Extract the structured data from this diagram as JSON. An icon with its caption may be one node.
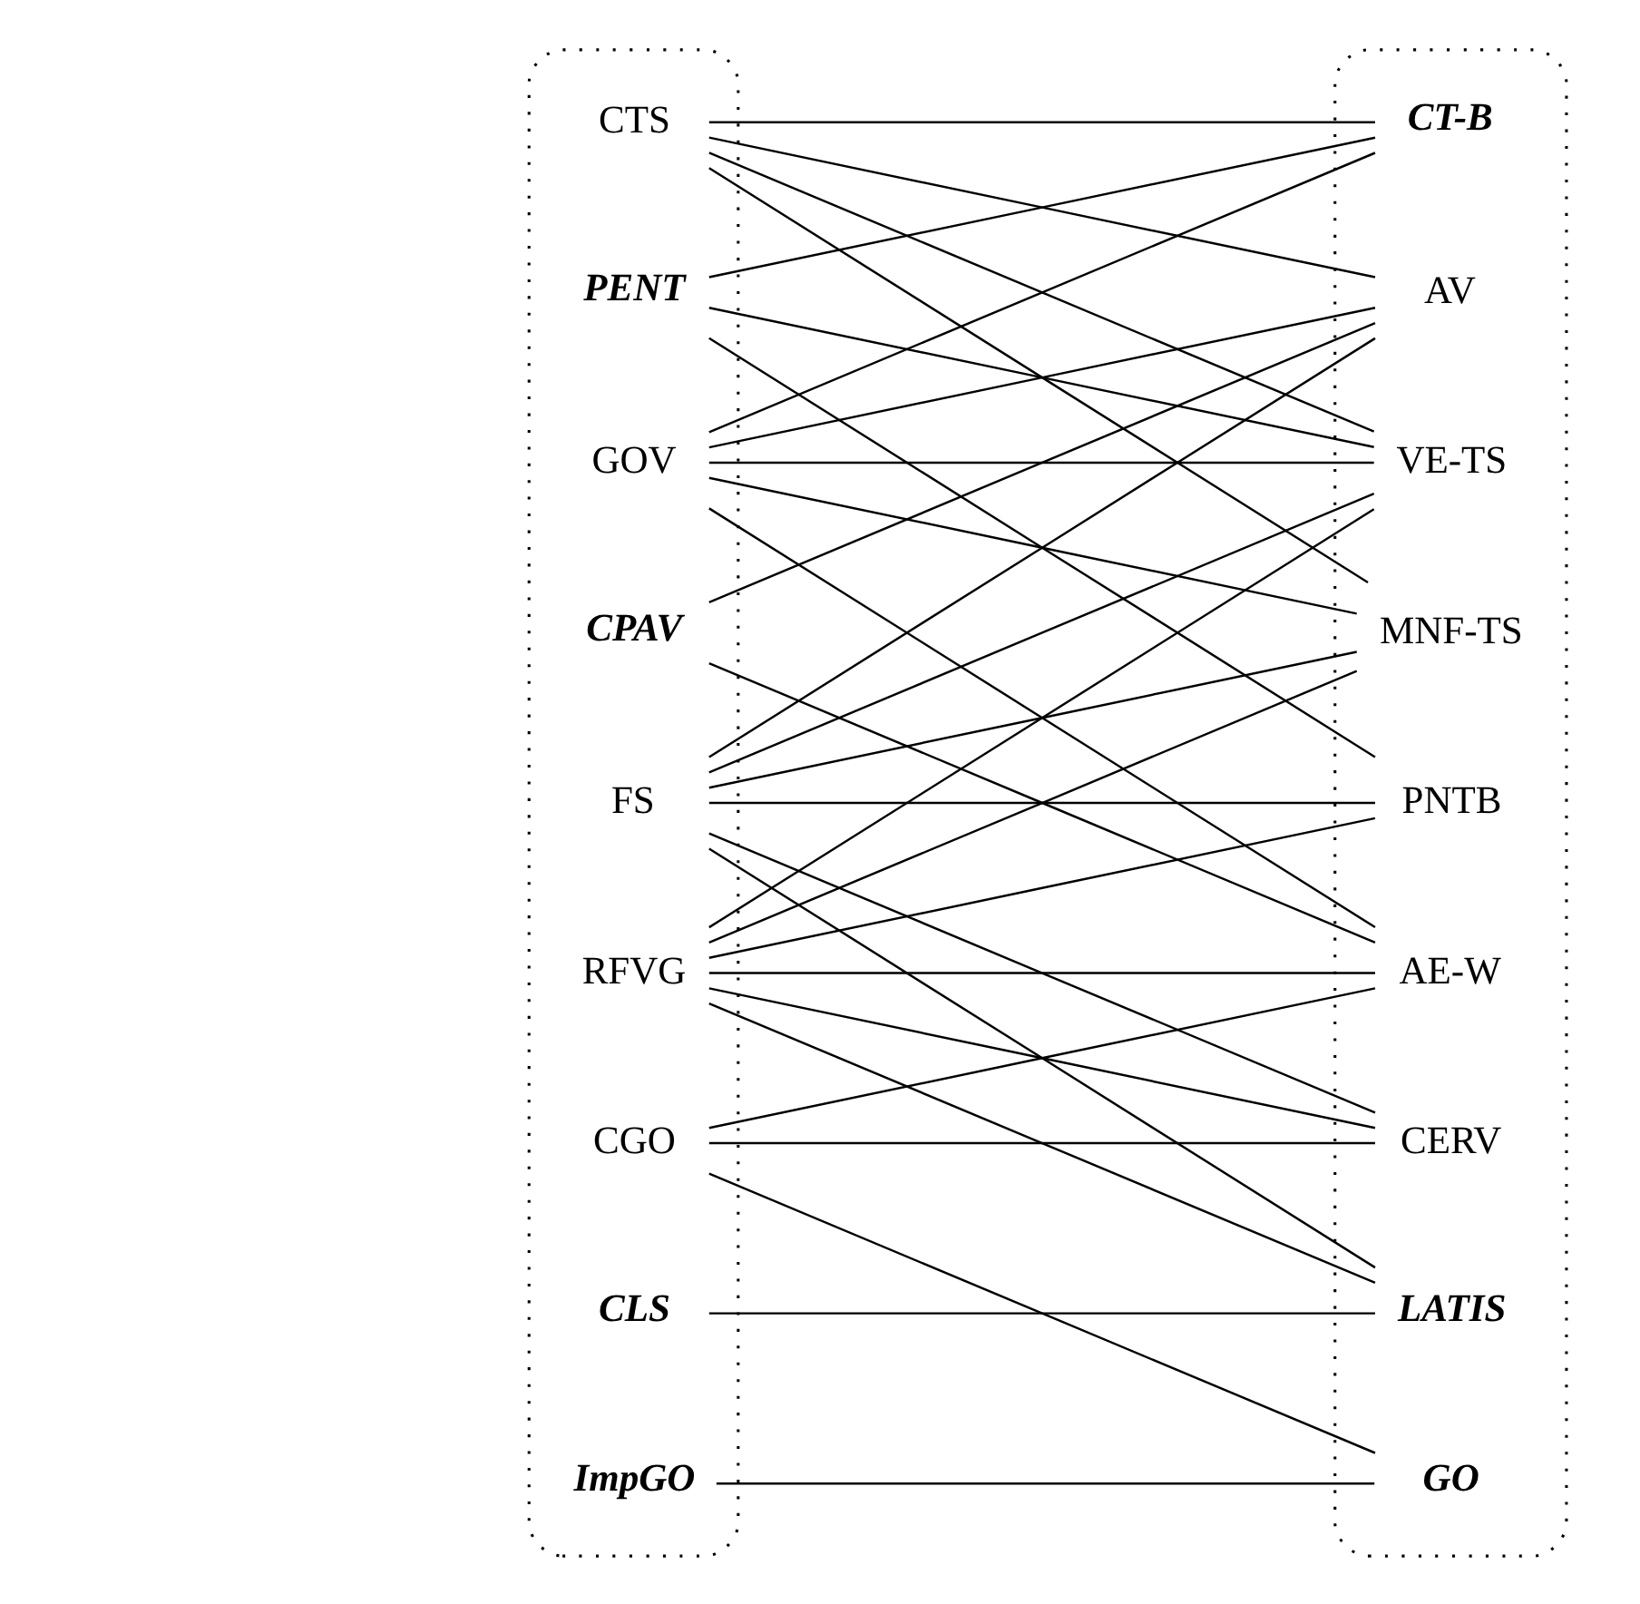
{
  "diagram": {
    "nodes": [
      {
        "text": [],
        "shape": "ellipse"
      },
      {
        "text": [
          "GOV"
        ],
        "in": 0
      },
      {
        "text": [
          "FS"
        ],
        "in": 0
      },
      {
        "text": [
          "PENT"
        ],
        "in": 0
      },
      {
        "text": [
          "CPAV"
        ],
        "in": 0
      },
      {
        "text": [
          "RFVG"
        ],
        "in": 0
      },
      {
        "text": [
          "CTS"
        ],
        "in": 0
      },
      {
        "text": [
          "CGO"
        ],
        "in": 0
      },
      {
        "text": [
          "CLS"
        ],
        "in": 0
      },
      {
        "text": [
          "ImpGO"
        ],
        "in": 0
      },
      {
        "text": [],
        "shape": "ellipse"
      },
      {
        "text": [
          "AE-W"
        ],
        "in": 10
      },
      {
        "text": [
          "AV"
        ],
        "in": 10
      },
      {
        "text": [
          "CT-B"
        ],
        "in": 10
      },
      {
        "text": [
          "VE-TS"
        ],
        "in": 10
      },
      {
        "text": [
          "PNTB"
        ],
        "in": 10
      },
      {
        "text": [
          "CERV"
        ],
        "in": 10
      },
      {
        "text": [
          "MNF-TS"
        ],
        "in": 10
      },
      {
        "text": [
          "LATIS"
        ],
        "in": 10
      },
      {
        "text": [
          "GO"
        ],
        "in": 10
      }
    ],
    "edges": [
      {
        "from": 1,
        "to": 11,
        "arrow": "none"
      },
      {
        "from": 1,
        "to": 12,
        "arrow": "none"
      },
      {
        "from": 1,
        "to": 13,
        "arrow": "none"
      },
      {
        "from": 1,
        "to": 14,
        "arrow": "none"
      },
      {
        "from": 1,
        "to": 17,
        "arrow": "none"
      },
      {
        "from": 2,
        "to": 12,
        "arrow": "none"
      },
      {
        "from": 2,
        "to": 14,
        "arrow": "none"
      },
      {
        "from": 2,
        "to": 15,
        "arrow": "none"
      },
      {
        "from": 2,
        "to": 16,
        "arrow": "none"
      },
      {
        "from": 2,
        "to": 17,
        "arrow": "none"
      },
      {
        "from": 2,
        "to": 18,
        "arrow": "none"
      },
      {
        "from": 3,
        "to": 13,
        "arrow": "none"
      },
      {
        "from": 3,
        "to": 14,
        "arrow": "none"
      },
      {
        "from": 3,
        "to": 15,
        "arrow": "none"
      },
      {
        "from": 4,
        "to": 11,
        "arrow": "none"
      },
      {
        "from": 4,
        "to": 12,
        "arrow": "none"
      },
      {
        "from": 5,
        "to": 11,
        "arrow": "none"
      },
      {
        "from": 5,
        "to": 14,
        "arrow": "none"
      },
      {
        "from": 5,
        "to": 15,
        "arrow": "none"
      },
      {
        "from": 5,
        "to": 16,
        "arrow": "none"
      },
      {
        "from": 5,
        "to": 17,
        "arrow": "none"
      },
      {
        "from": 5,
        "to": 18,
        "arrow": "none"
      },
      {
        "from": 6,
        "to": 12,
        "arrow": "none"
      },
      {
        "from": 6,
        "to": 13,
        "arrow": "none"
      },
      {
        "from": 6,
        "to": 14,
        "arrow": "none"
      },
      {
        "from": 6,
        "to": 17,
        "arrow": "none"
      },
      {
        "from": 7,
        "to": 11,
        "arrow": "none"
      },
      {
        "from": 7,
        "to": 16,
        "arrow": "none"
      },
      {
        "from": 7,
        "to": 19,
        "arrow": "none"
      },
      {
        "from": 8,
        "to": 18,
        "arrow": "none"
      },
      {
        "from": 9,
        "to": 19,
        "arrow": "none"
      }
    ]
  }
}
